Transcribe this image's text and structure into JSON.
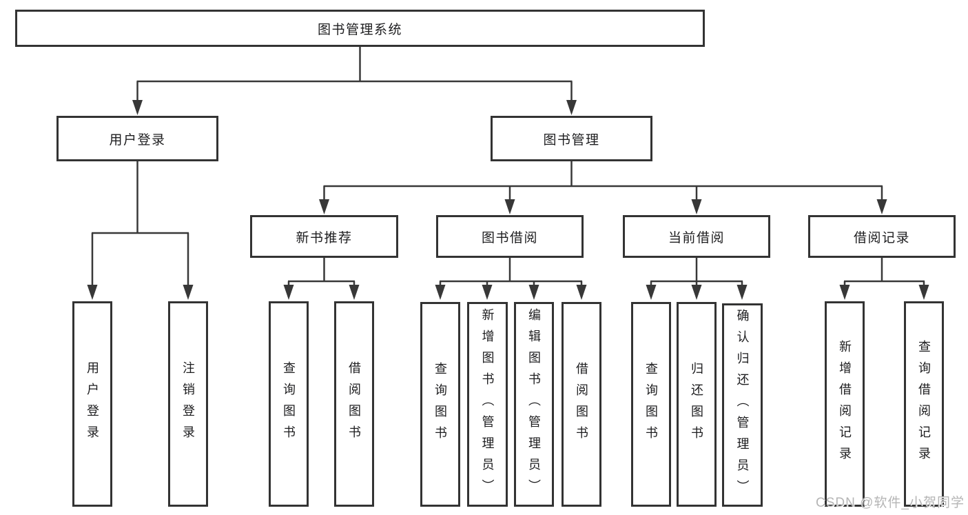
{
  "tree": {
    "root": {
      "label": "图书管理系统"
    },
    "level2": {
      "user_login": {
        "label": "用户登录"
      },
      "book_mgmt": {
        "label": "图书管理"
      }
    },
    "level3": {
      "new_book": {
        "label": "新书推荐"
      },
      "borrow": {
        "label": "图书借阅"
      },
      "current": {
        "label": "当前借阅"
      },
      "records": {
        "label": "借阅记录"
      }
    },
    "leaves": {
      "user_login": [
        {
          "label": "用户登录"
        },
        {
          "label": "注销登录"
        }
      ],
      "new_book": [
        {
          "label": "查询图书"
        },
        {
          "label": "借阅图书"
        }
      ],
      "borrow": [
        {
          "label": "查询图书"
        },
        {
          "label": "新增图书（管理员）"
        },
        {
          "label": "编辑图书（管理员）"
        },
        {
          "label": "借阅图书"
        }
      ],
      "current": [
        {
          "label": "查询图书"
        },
        {
          "label": "归还图书"
        },
        {
          "label": "确认归还（管理员）"
        }
      ],
      "records": [
        {
          "label": "新增借阅记录"
        },
        {
          "label": "查询借阅记录"
        }
      ]
    }
  },
  "watermark": {
    "text": "CSDN @软件_小贺同学"
  },
  "colors": {
    "line": "#383838",
    "border": "#333333",
    "text": "#1d1d1f",
    "watermark": "#b5b5b5",
    "background": "#ffffff"
  }
}
